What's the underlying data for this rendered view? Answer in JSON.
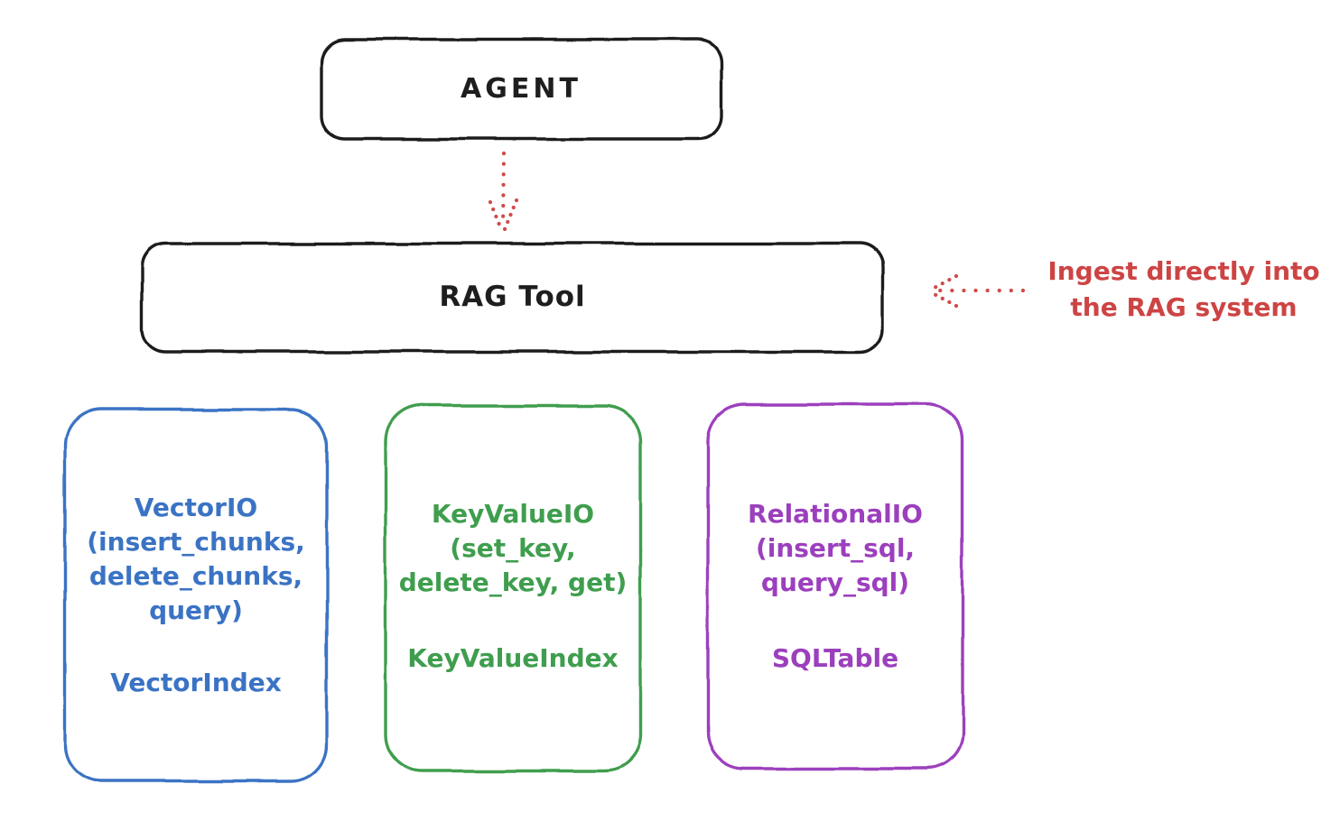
{
  "agent": {
    "label": "AGENT"
  },
  "rag_tool": {
    "label": "RAG Tool"
  },
  "annotation": {
    "line1": "Ingest directly into",
    "line2": "the RAG system"
  },
  "modules": {
    "vector": {
      "title_lines": [
        "VectorIO",
        "(insert_chunks,",
        "delete_chunks,",
        "query)"
      ],
      "index": "VectorIndex"
    },
    "keyvalue": {
      "title_lines": [
        "KeyValueIO",
        "(set_key,",
        "delete_key, get)"
      ],
      "index": "KeyValueIndex"
    },
    "relational": {
      "title_lines": [
        "RelationalIO",
        "(insert_sql,",
        "query_sql)"
      ],
      "index": "SQLTable"
    }
  },
  "colors": {
    "ink": "#1e1e1e",
    "red": "#d14a4a",
    "blue": "#3b73c4",
    "green": "#3f9e4e",
    "purple": "#9c3fbd"
  }
}
